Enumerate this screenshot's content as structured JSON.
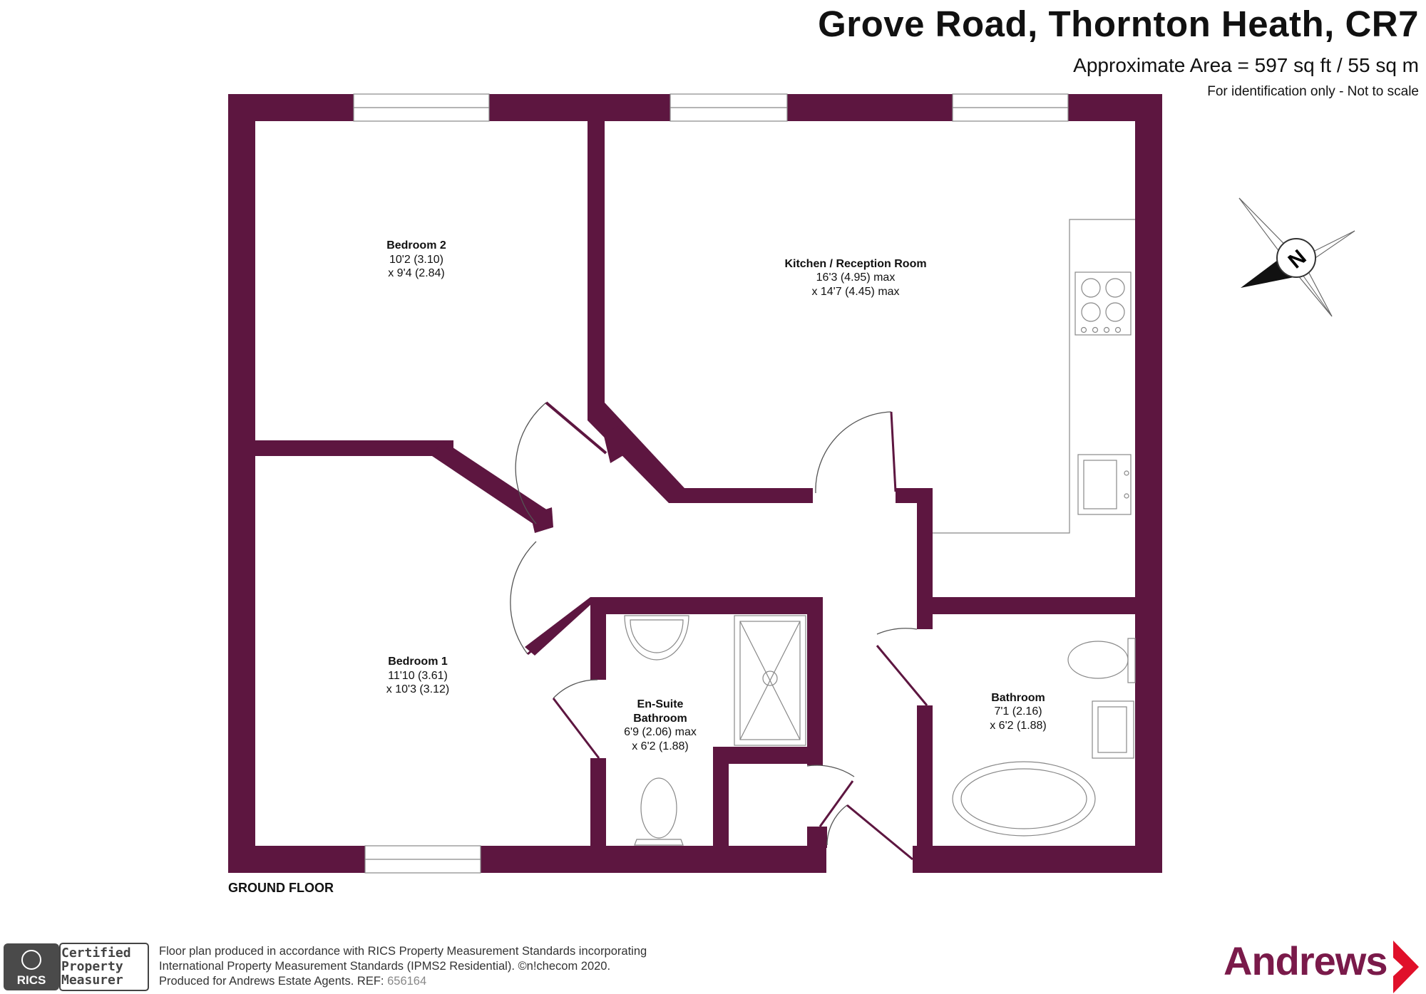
{
  "header": {
    "title": "Grove Road, Thornton Heath, CR7",
    "area": "Approximate Area = 597 sq ft / 55 sq m",
    "note": "For identification only - Not to scale"
  },
  "compass": {
    "label": "N"
  },
  "colors": {
    "wall": "#5d1640",
    "line": "#555555",
    "brand": "#7a1a4a"
  },
  "rooms": {
    "bedroom2": {
      "name": "Bedroom 2",
      "dim1": "10'2 (3.10)",
      "dim2": "x 9'4 (2.84)"
    },
    "kitchen": {
      "name": "Kitchen / Reception Room",
      "dim1": "16'3 (4.95) max",
      "dim2": "x 14'7 (4.45) max"
    },
    "bedroom1": {
      "name": "Bedroom 1",
      "dim1": "11'10 (3.61)",
      "dim2": "x 10'3 (3.12)"
    },
    "ensuite": {
      "name1": "En-Suite",
      "name2": "Bathroom",
      "dim1": "6'9 (2.06) max",
      "dim2": "x 6'2 (1.88)"
    },
    "bathroom": {
      "name": "Bathroom",
      "dim1": "7'1 (2.16)",
      "dim2": "x 6'2 (1.88)"
    }
  },
  "floor_label": "GROUND FLOOR",
  "footer": {
    "rics_logo": "RICS",
    "rics_certified": [
      "Certified",
      "Property",
      "Measurer"
    ],
    "line1": "Floor plan produced in accordance with RICS Property Measurement Standards incorporating",
    "line2": "International Property Measurement Standards (IPMS2 Residential).   ©n!checom 2020.",
    "line3": "Produced for Andrews Estate Agents.   REF:",
    "ref": "656164"
  },
  "brand": {
    "name": "Andrews"
  }
}
